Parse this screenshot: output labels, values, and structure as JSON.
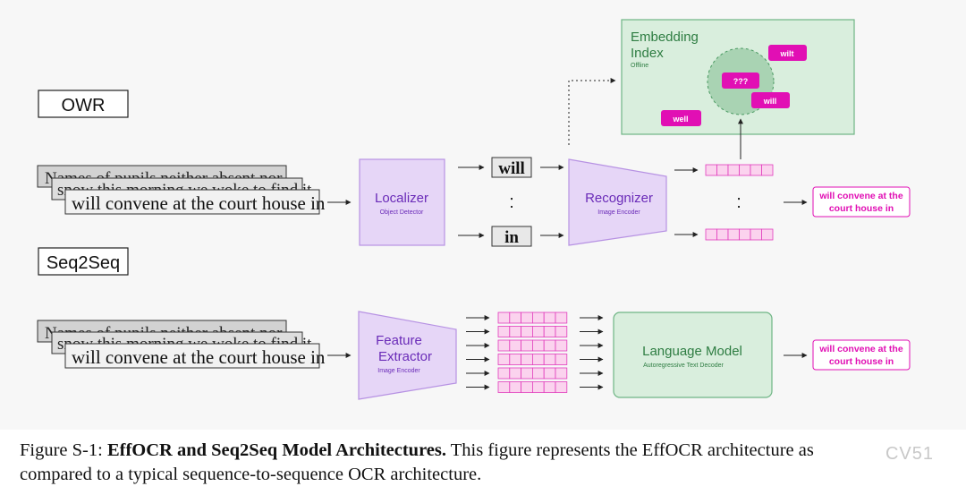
{
  "sections": {
    "owr": "OWR",
    "seq2seq": "Seq2Seq"
  },
  "input_image": {
    "line1": "Names of pupils neither absent nor",
    "line2": "snow this morning we woke to find it",
    "line3": "will convene at the court house in"
  },
  "localizer": {
    "title": "Localizer",
    "subtitle": "Object Detector"
  },
  "crops": {
    "first": "will",
    "ellipsis": ":",
    "last": "in"
  },
  "recognizer": {
    "title": "Recognizer",
    "subtitle": "Image Encoder"
  },
  "embedding_index": {
    "title_line1": "Embedding",
    "title_line2": "Index",
    "subtitle": "Offline"
  },
  "embedding_tags": {
    "query": "???",
    "wilt": "wilt",
    "will": "will",
    "well": "well"
  },
  "vector_ellipsis": ":",
  "owr_output": {
    "line1": "will convene at the",
    "line2": "court house in"
  },
  "feature_extractor": {
    "title_line1": "Feature",
    "title_line2": "Extractor",
    "subtitle": "Image Encoder"
  },
  "language_model": {
    "title": "Language Model",
    "subtitle": "Autoregressive Text Decoder"
  },
  "seq_output": {
    "line1": "will convene at the",
    "line2": "court house in"
  },
  "caption": {
    "prefix": "Figure S-1: ",
    "bold": "EffOCR and Seq2Seq Model Architectures.",
    "text": " This figure represents the EffOCR architecture as",
    "line2": "compared to a typical sequence-to-sequence OCR architecture."
  },
  "watermark": "CV51",
  "colors": {
    "purple_fill": "#e6d6f7",
    "purple_stroke": "#b792e3",
    "green_fill": "#d9eedd",
    "green_stroke": "#6fb585",
    "magenta": "#e10fb4",
    "pink_cell": "#fbd3ee",
    "pink_stroke": "#e23cbc"
  }
}
